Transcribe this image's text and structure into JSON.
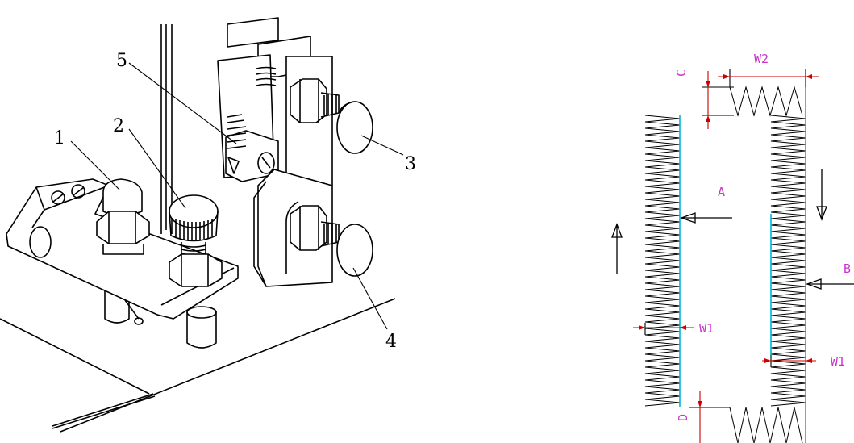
{
  "left_diagram": {
    "callouts": [
      "1",
      "2",
      "3",
      "4",
      "5"
    ]
  },
  "right_diagram": {
    "labels": {
      "a": "A",
      "b": "B",
      "c": "C",
      "d": "D",
      "w2": "W2",
      "w1_left": "W1",
      "w1_right": "W1"
    }
  },
  "colors": {
    "line": "#000000",
    "dimension": "#cc0000",
    "label": "#cc33cc",
    "edge": "#00b4dc"
  }
}
